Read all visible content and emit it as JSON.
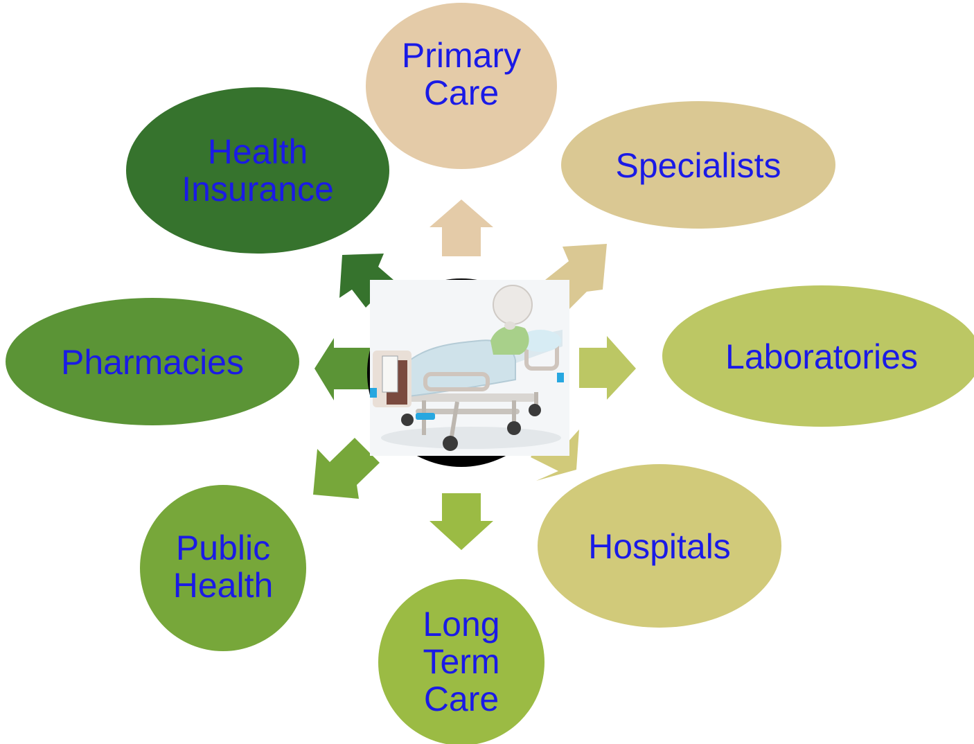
{
  "center": {
    "name": "patient-in-hospital-bed-image"
  },
  "nodes": [
    {
      "id": "primary-care",
      "lines": [
        "Primary",
        "Care"
      ],
      "fill": "#e4cba8"
    },
    {
      "id": "specialists",
      "lines": [
        "Specialists"
      ],
      "fill": "#dac893"
    },
    {
      "id": "laboratories",
      "lines": [
        "Laboratories"
      ],
      "fill": "#bcc764"
    },
    {
      "id": "hospitals",
      "lines": [
        "Hospitals"
      ],
      "fill": "#d1ca7a"
    },
    {
      "id": "long-term-care",
      "lines": [
        "Long",
        "Term",
        "Care"
      ],
      "fill": "#9bbb44"
    },
    {
      "id": "public-health",
      "lines": [
        "Public",
        "Health"
      ],
      "fill": "#77a73a"
    },
    {
      "id": "pharmacies",
      "lines": [
        "Pharmacies"
      ],
      "fill": "#5b9436"
    },
    {
      "id": "health-insurance",
      "lines": [
        "Health",
        "Insurance"
      ],
      "fill": "#36732d"
    }
  ],
  "colors": {
    "label_text": "#1a1ae6"
  }
}
